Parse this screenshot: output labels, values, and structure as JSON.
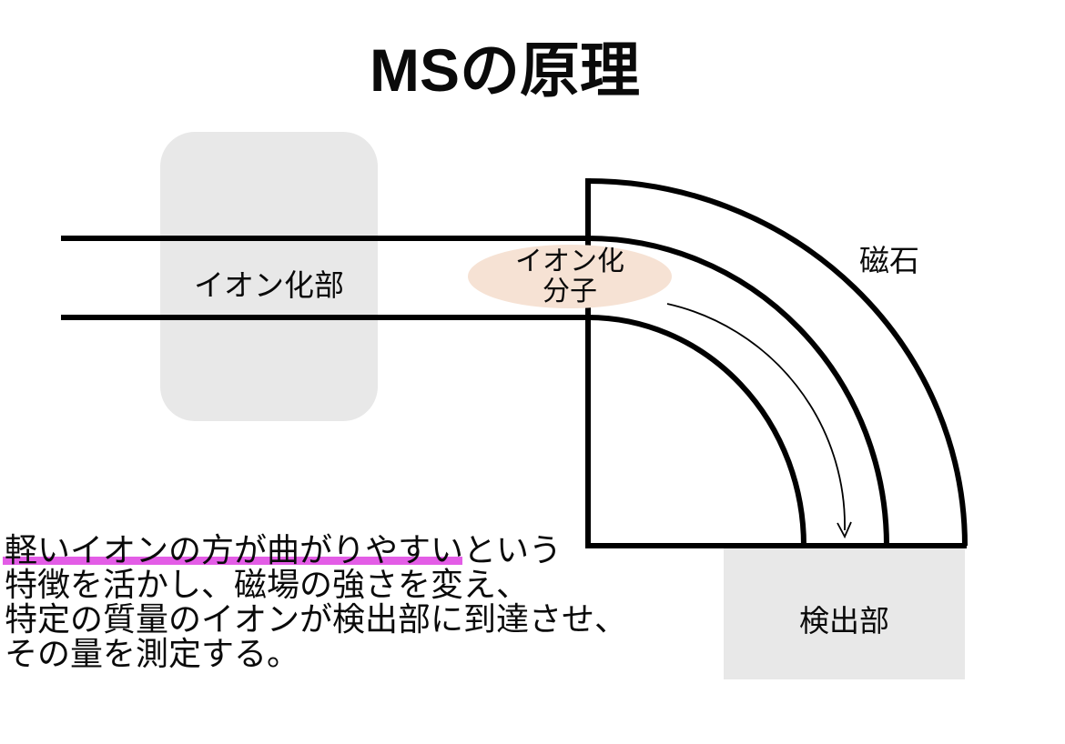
{
  "title": "MSの原理",
  "diagram": {
    "ionization_label": "イオン化部",
    "ionized_molecule": {
      "line1": "イオン化",
      "line2": "分子"
    },
    "magnet_label": "磁石",
    "detector_label": "検出部"
  },
  "caption": {
    "line1": "軽いイオンの方が曲がりやすいという",
    "line2": "特徴を活かし、磁場の強さを変え、",
    "line3": "特定の質量のイオンが検出部に到達させ、",
    "line4": "その量を測定する。"
  },
  "colors": {
    "box_gray": "#e8e8e8",
    "ellipse_peach": "#f6e2d4",
    "underline_magenta": "#e35de6",
    "line_black": "#000000"
  }
}
